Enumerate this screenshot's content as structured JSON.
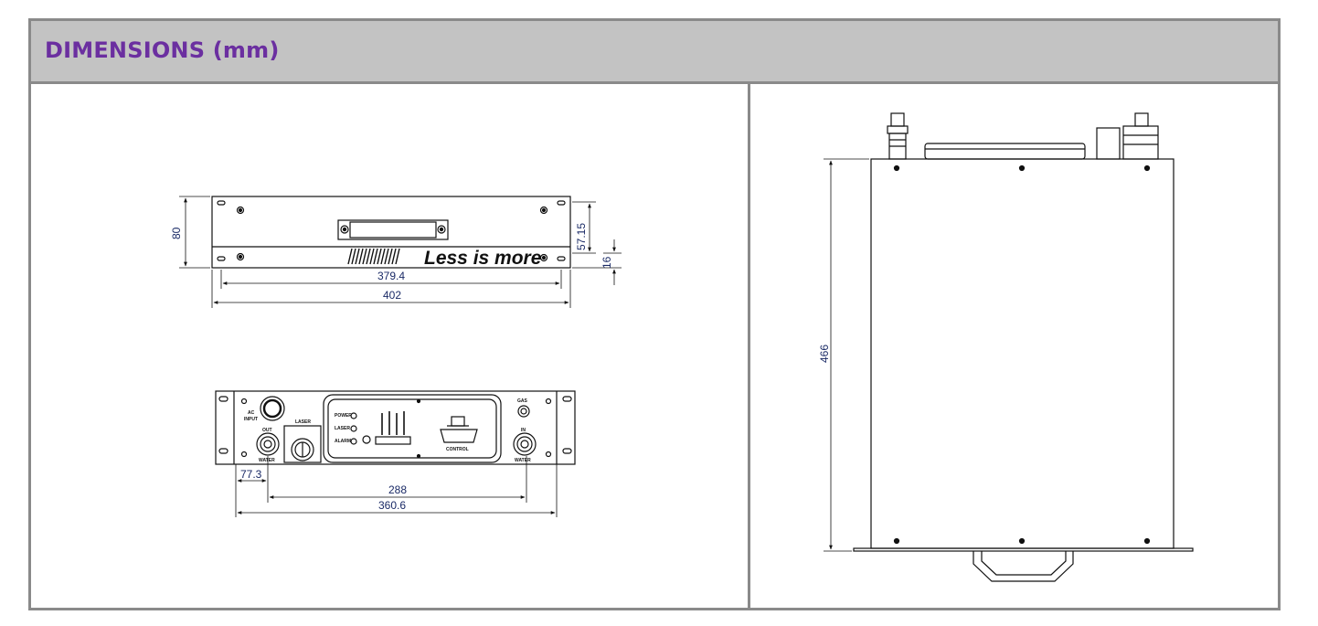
{
  "header": {
    "title": "DIMENSIONS (mm)"
  },
  "front_view": {
    "height": "80",
    "height_partial": "57.15",
    "strip_height": "16",
    "inner_width": "379.4",
    "outer_width": "402",
    "brand_text": "Less is more"
  },
  "rear_view": {
    "offset": "77.3",
    "port_spacing": "288",
    "total_span": "360.6",
    "labels": {
      "ac_input_1": "AC",
      "ac_input_2": "INPUT",
      "out": "OUT",
      "water_left": "WATER",
      "laser": "LASER",
      "power": "POWER",
      "laser_led": "LASER",
      "alarm": "ALARM",
      "control": "CONTROL",
      "gas": "GAS",
      "in": "IN",
      "water_right": "WATER"
    }
  },
  "top_view": {
    "depth": "466"
  },
  "colors": {
    "title": "#6b2fa0",
    "header_bg": "#c3c3c3",
    "border": "#8a8a8a",
    "dimension_text": "#1a2a66"
  }
}
